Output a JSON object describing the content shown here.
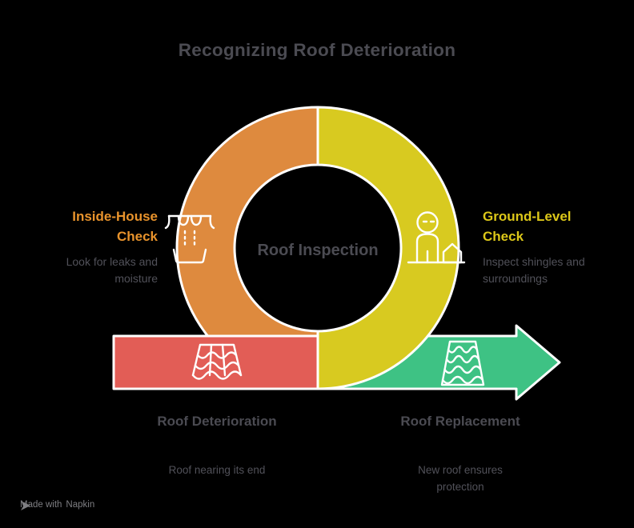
{
  "title": "Recognizing Roof Deterioration",
  "center": {
    "label": "Roof Inspection"
  },
  "steps": {
    "inside_house": {
      "label": "Inside-House Check",
      "description": "Look for leaks and moisture",
      "icon": "ceiling-leak-icon"
    },
    "ground_level": {
      "label": "Ground-Level Check",
      "description": "Inspect shingles and surroundings",
      "icon": "person-house-icon"
    },
    "deterioration": {
      "label": "Roof Deterioration",
      "description": "Roof nearing its end",
      "icon": "roof-tiles-icon"
    },
    "replacement": {
      "label": "Roof Replacement",
      "description": "New roof ensures protection",
      "icon": "shingle-roof-icon"
    }
  },
  "watermark": {
    "prefix": "Made with",
    "brand": "Napkin",
    "icon": "napkin-pen-icon"
  },
  "colors": {
    "background": "#000000",
    "orange": "#DE8A3E",
    "yellow": "#D8CA20",
    "red": "#E25D56",
    "green": "#3EC284",
    "outline": "#FFFFFF",
    "heading_text": "#4B4B52",
    "body_text": "#515159",
    "orange_text": "#E8932C",
    "yellow_text": "#DCC719",
    "watermark_text": "#7E7E82"
  }
}
